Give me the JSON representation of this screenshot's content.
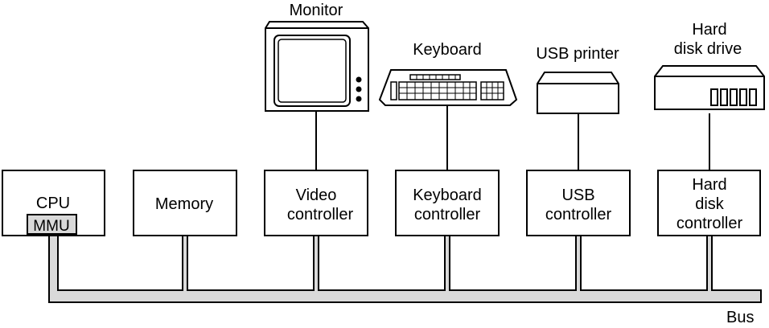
{
  "controllers": [
    {
      "id": "cpu",
      "lines": [
        "CPU"
      ],
      "sub": "MMU"
    },
    {
      "id": "memory",
      "lines": [
        "Memory"
      ]
    },
    {
      "id": "video",
      "lines": [
        "Video",
        "controller"
      ]
    },
    {
      "id": "keyboard",
      "lines": [
        "Keyboard",
        "controller"
      ]
    },
    {
      "id": "usb",
      "lines": [
        "USB",
        "controller"
      ]
    },
    {
      "id": "disk",
      "lines": [
        "Hard",
        "disk",
        "controller"
      ]
    }
  ],
  "devices": [
    {
      "id": "monitor",
      "lines": [
        "Monitor"
      ]
    },
    {
      "id": "keyboard-device",
      "lines": [
        "Keyboard"
      ]
    },
    {
      "id": "printer",
      "lines": [
        "USB printer"
      ]
    },
    {
      "id": "hdd",
      "lines": [
        "Hard",
        "disk drive"
      ]
    }
  ],
  "bus_label": "Bus",
  "colors": {
    "bus_fill": "#d9d9d9",
    "mmu_fill": "#d9d9d9",
    "stroke": "#000000"
  }
}
